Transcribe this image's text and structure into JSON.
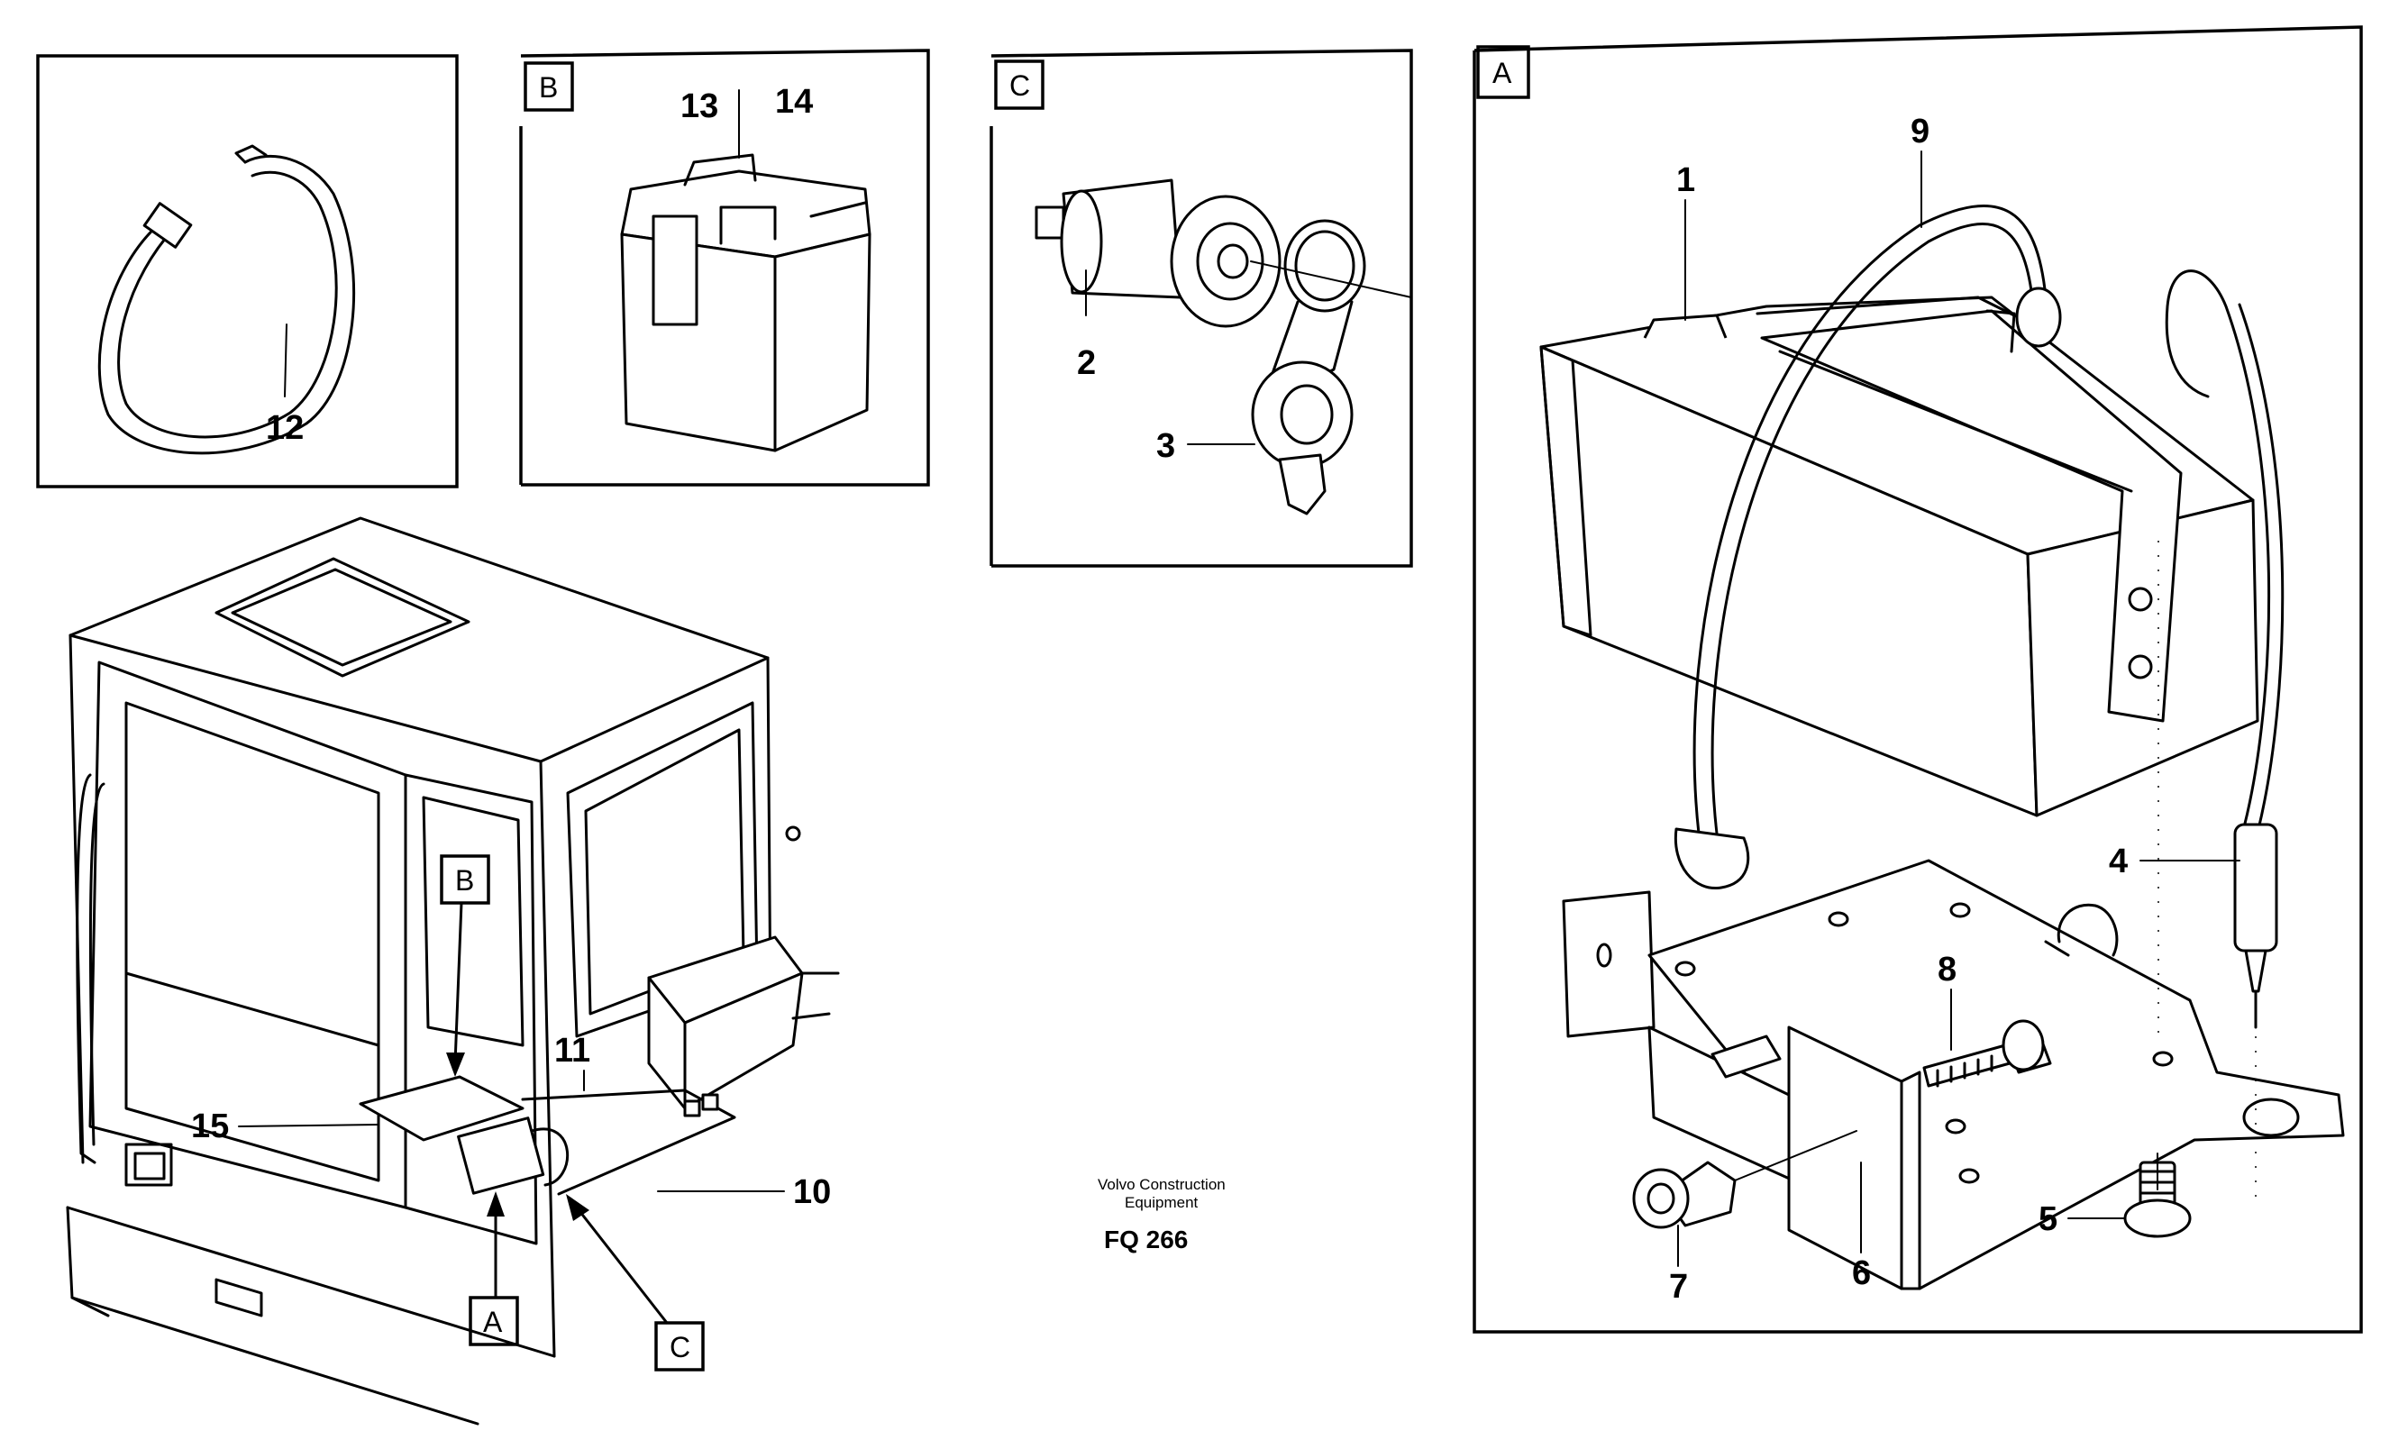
{
  "callouts": {
    "c1": "1",
    "c2": "2",
    "c3": "3",
    "c4": "4",
    "c5": "5",
    "c6": "6",
    "c7": "7",
    "c8": "8",
    "c9": "9",
    "c10": "10",
    "c11": "11",
    "c12": "12",
    "c13": "13",
    "c14": "14",
    "c15": "15"
  },
  "detail_tags": {
    "a": "A",
    "b": "B",
    "c": "C"
  },
  "footer": {
    "line1": "Volvo Construction",
    "line2": "Equipment",
    "code": "FQ 266"
  }
}
